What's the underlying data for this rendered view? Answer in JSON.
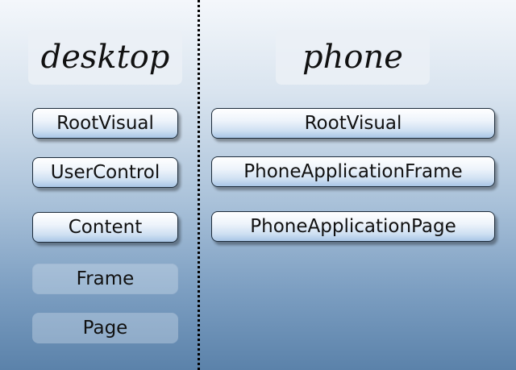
{
  "headings": {
    "desktop": "desktop",
    "phone": "phone"
  },
  "desktop_stack": [
    {
      "label": "RootVisual",
      "state": "active"
    },
    {
      "label": "UserControl",
      "state": "active"
    },
    {
      "label": "Content",
      "state": "active"
    },
    {
      "label": "Frame",
      "state": "faded"
    },
    {
      "label": "Page",
      "state": "faded"
    }
  ],
  "phone_stack": [
    {
      "label": "RootVisual",
      "state": "active"
    },
    {
      "label": "PhoneApplicationFrame",
      "state": "active"
    },
    {
      "label": "PhoneApplicationPage",
      "state": "active"
    }
  ]
}
